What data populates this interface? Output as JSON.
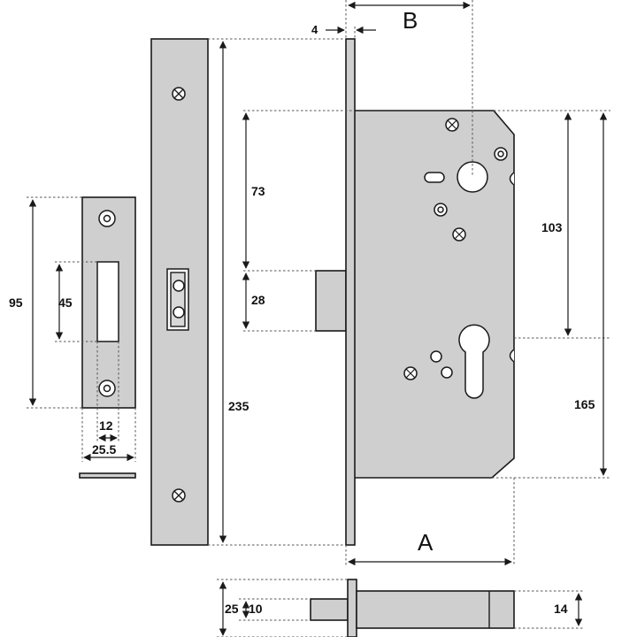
{
  "dimensions": {
    "faceplate_height": "235",
    "strike_height": "95",
    "strike_slot_height": "45",
    "strike_slot_width": "12",
    "strike_width": "25.5",
    "spindle_to_top": "73",
    "spindle_to_cylinder": "28",
    "top_to_cylinder": "103",
    "case_height": "165",
    "faceplate_thickness": "4",
    "backset_label": "B",
    "case_depth_label": "A",
    "bolt_width": "25",
    "bolt_height": "10",
    "case_thickness": "14"
  }
}
